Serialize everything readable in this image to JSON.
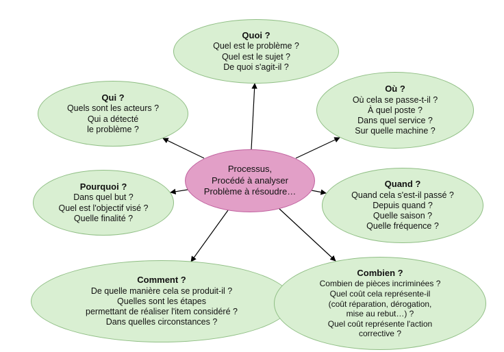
{
  "colors": {
    "node_fill": "#d9efd2",
    "node_border": "#8fbe84",
    "center_fill": "#e29fc7",
    "center_border": "#bf5f9d",
    "text": "#111111",
    "arrow": "#000000"
  },
  "center": {
    "lines": [
      "Processus,",
      "Procédé à analyser",
      "Problème à résoudre…"
    ]
  },
  "nodes": {
    "quoi": {
      "title": "Quoi ?",
      "lines": [
        "Quel est le problème ?",
        "Quel est le sujet ?",
        "De quoi s'agit-il ?"
      ]
    },
    "qui": {
      "title": "Qui ?",
      "lines": [
        "Quels sont les acteurs ?",
        "Qui a détecté",
        "le problème ?"
      ]
    },
    "ou": {
      "title": "Où ?",
      "lines": [
        "Où cela se passe-t-il ?",
        "À quel poste ?",
        "Dans quel service ?",
        "Sur quelle machine ?"
      ]
    },
    "pourquoi": {
      "title": "Pourquoi ?",
      "lines": [
        "Dans quel but ?",
        "Quel est l'objectif visé ?",
        "Quelle finalité ?"
      ]
    },
    "quand": {
      "title": "Quand ?",
      "lines": [
        "Quand cela s'est-il passé ?",
        "Depuis quand ?",
        "Quelle saison ?",
        "Quelle fréquence ?"
      ]
    },
    "comment": {
      "title": "Comment ?",
      "lines": [
        "De quelle manière cela se produit-il ?",
        "Quelles sont les étapes",
        "permettant de réaliser l'item considéré ?",
        "Dans quelles circonstances ?"
      ]
    },
    "combien": {
      "title": "Combien ?",
      "lines": [
        "Combien de pièces incriminées ?",
        "Quel coût cela représente-il",
        "(coût réparation, dérogation,",
        "mise au rebut…) ?",
        "Quel coût représente l'action",
        "corrective ?"
      ]
    }
  }
}
